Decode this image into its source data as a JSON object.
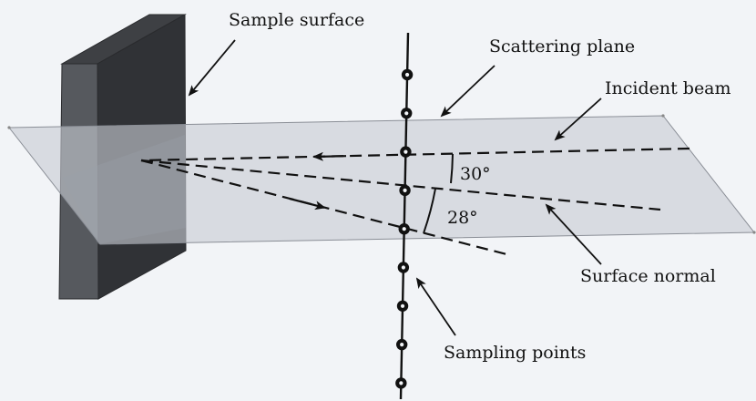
{
  "labels": {
    "sample_surface": "Sample surface",
    "scattering_plane": "Scattering plane",
    "incident_beam": "Incident beam",
    "surface_normal": "Surface normal",
    "sampling_points": "Sampling points",
    "angle_incident": "30°",
    "angle_scattered": "28°"
  },
  "sampling_point_count": 9,
  "colors": {
    "background": "#f2f4f7",
    "plane_fill": "#c8ccd3",
    "block_front": "#55585d",
    "block_top": "#3e4044",
    "block_side": "#2f3134",
    "line": "#111111"
  }
}
